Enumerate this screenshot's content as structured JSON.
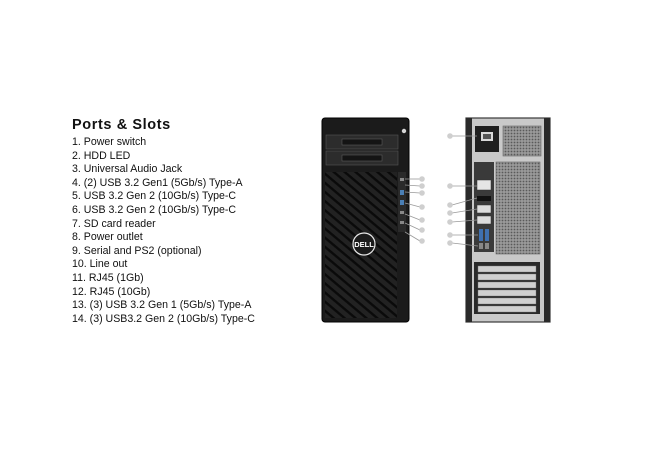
{
  "title": "Ports & Slots",
  "items": [
    "1. Power switch",
    "2. HDD LED",
    "3. Universal Audio Jack",
    "4. (2) USB 3.2 Gen1 (5Gb/s) Type-A",
    "5. USB 3.2 Gen 2 (10Gb/s) Type-C",
    "6. USB 3.2 Gen 2 (10Gb/s) Type-C",
    "7. SD card reader",
    "8. Power outlet",
    "9. Serial and PS2 (optional)",
    "10. Line out",
    "11. RJ45 (1Gb)",
    "12. RJ45 (10Gb)",
    "13. (3) USB 3.2 Gen 1 (5Gb/s) Type-A",
    "14. (3) USB3.2 Gen 2 (10Gb/s) Type-C"
  ],
  "logo_text": "DELL"
}
